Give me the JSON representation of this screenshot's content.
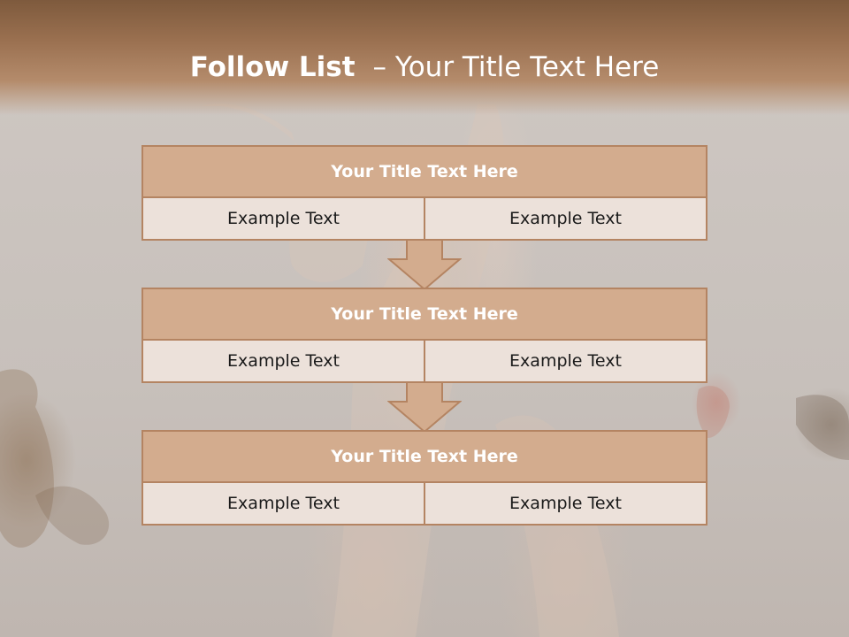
{
  "slide": {
    "title_bold": "Follow List",
    "title_rest": "– Your Title Text Here"
  },
  "blocks": [
    {
      "header": "Your Title Text Here",
      "left": "Example Text",
      "right": "Example Text"
    },
    {
      "header": "Your Title Text Here",
      "left": "Example Text",
      "right": "Example Text"
    },
    {
      "header": "Your Title Text Here",
      "left": "Example Text",
      "right": "Example Text"
    }
  ],
  "colors": {
    "header_band": "#9a7050",
    "block_header_fill": "#d3ac8e",
    "block_row_fill": "#ece1da",
    "border": "#b48462",
    "arrow_fill": "#d3ac8e"
  }
}
